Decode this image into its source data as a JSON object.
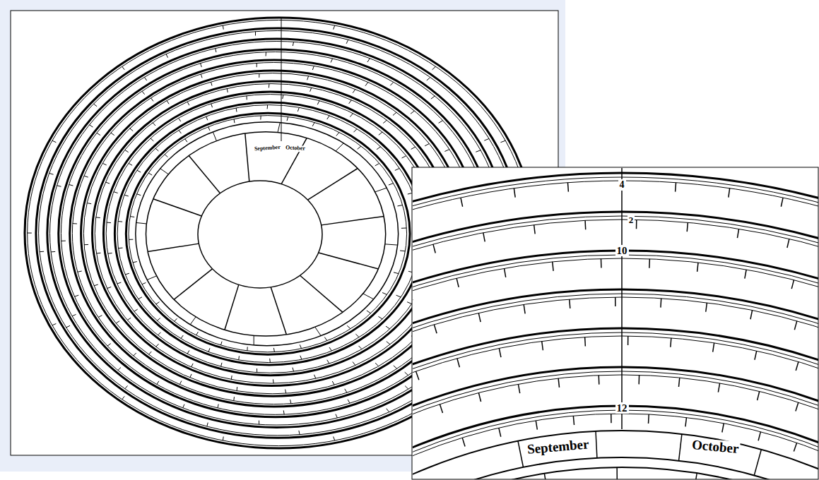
{
  "diagram": {
    "labels": [
      "September",
      "October",
      "September",
      "October",
      "4",
      "2",
      "10",
      "12"
    ]
  }
}
